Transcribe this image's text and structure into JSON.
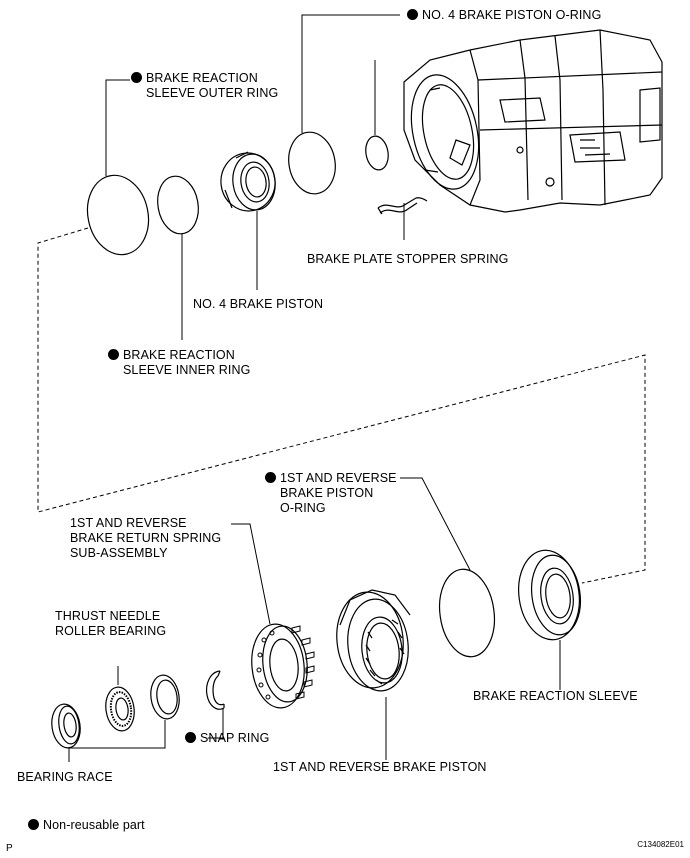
{
  "labels": {
    "no4_oring": "NO. 4 BRAKE PISTON O-RING",
    "outer_ring_1": "BRAKE REACTION",
    "outer_ring_2": "SLEEVE OUTER RING",
    "stopper_spring": "BRAKE PLATE STOPPER SPRING",
    "no4_piston": "NO. 4 BRAKE PISTON",
    "inner_ring_1": "BRAKE REACTION",
    "inner_ring_2": "SLEEVE INNER RING",
    "rev_oring_1": "1ST AND REVERSE",
    "rev_oring_2": "BRAKE PISTON",
    "rev_oring_3": "O-RING",
    "return_spring_1": "1ST AND REVERSE",
    "return_spring_2": "BRAKE RETURN SPRING",
    "return_spring_3": "SUB-ASSEMBLY",
    "thrust_1": "THRUST NEEDLE",
    "thrust_2": "ROLLER BEARING",
    "reaction_sleeve": "BRAKE REACTION SLEEVE",
    "snap_ring": "SNAP RING",
    "bearing_race": "BEARING RACE",
    "rev_piston": "1ST AND REVERSE BRAKE PISTON"
  },
  "legend": {
    "text": "Non-reusable part"
  },
  "figure_code": "C134082E01",
  "page_mark": "P"
}
